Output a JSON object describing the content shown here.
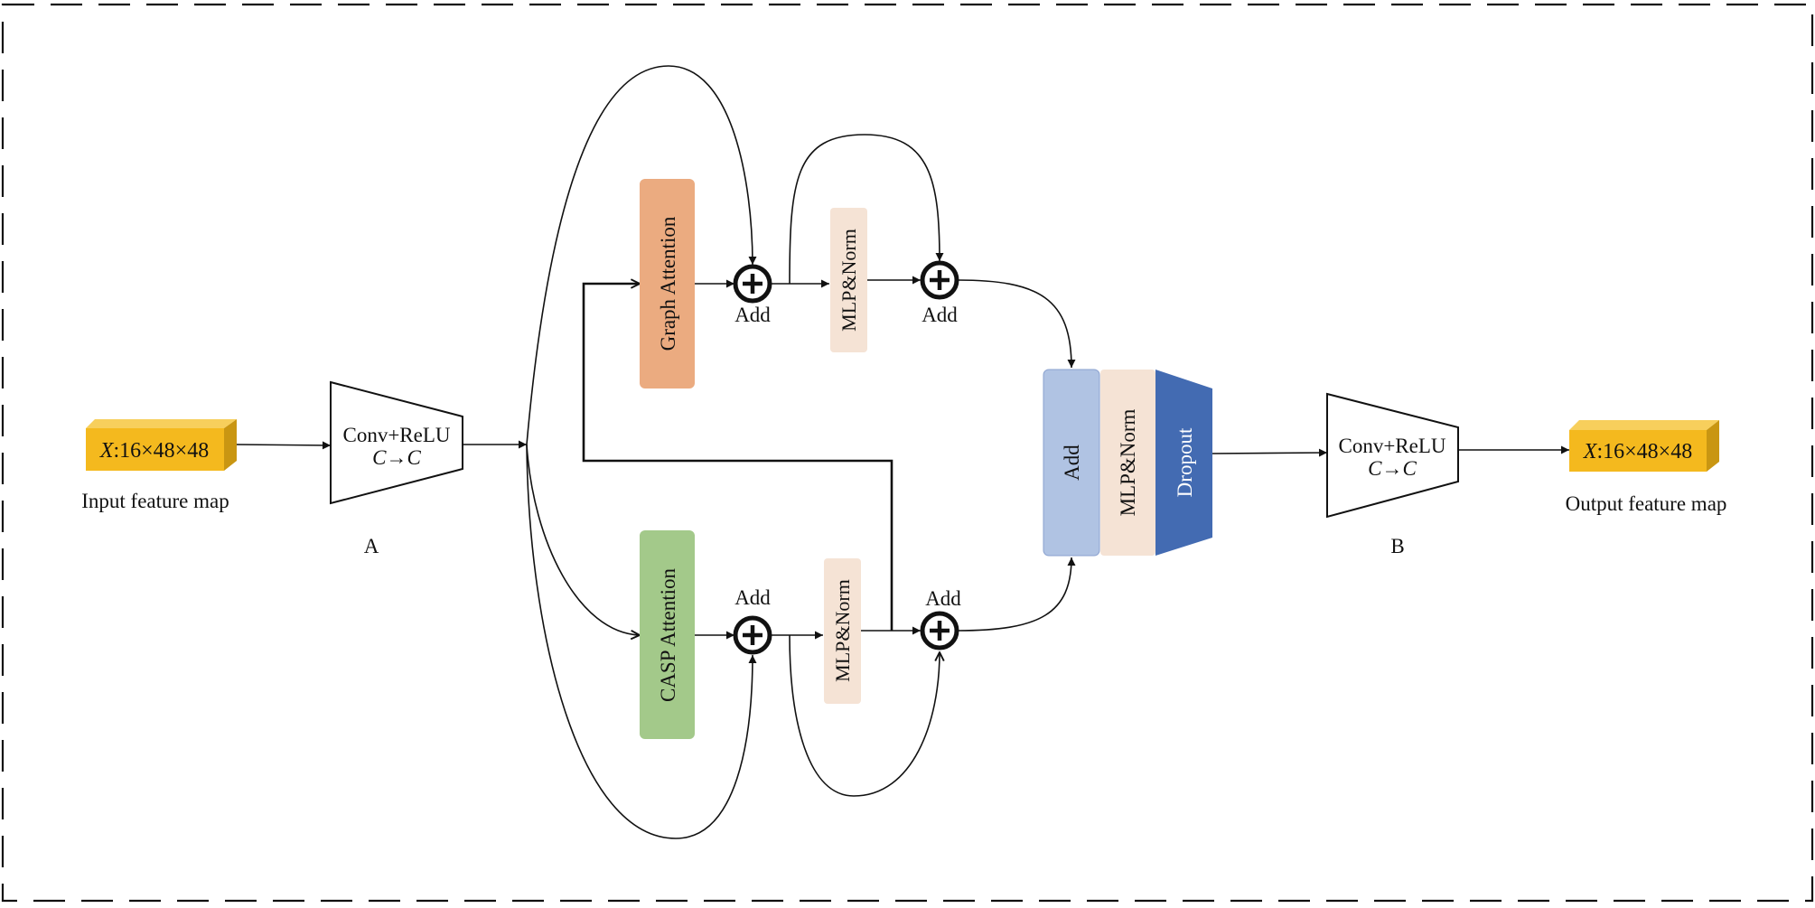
{
  "diagram": {
    "input": {
      "tensor_label_var": "X",
      "tensor_label_dims": ":16×48×48",
      "caption": "Input feature map"
    },
    "output": {
      "tensor_label_var": "X",
      "tensor_label_dims": ":16×48×48",
      "caption": "Output feature map"
    },
    "conv_a": {
      "line1": "Conv+ReLU",
      "line2": "C→C",
      "caption": "A"
    },
    "conv_b": {
      "line1": "Conv+ReLU",
      "line2": "C→C",
      "caption": "B"
    },
    "upper_branch": {
      "attention": "Graph Attention",
      "add1": "Add",
      "mlp": "MLP&Norm",
      "add2": "Add"
    },
    "lower_branch": {
      "attention": "CASP Attention",
      "add1": "Add",
      "mlp": "MLP&Norm",
      "add2": "Add"
    },
    "fusion": {
      "add": "Add",
      "mlp": "MLP&Norm",
      "dropout": "Dropout"
    },
    "colors": {
      "tensor_front": "#F4B91E",
      "tensor_top": "#F7CF5C",
      "tensor_side": "#C99612",
      "graph_attention": "#EBAB80",
      "casp_attention": "#A3C98A",
      "mlp_norm": "#F5E3D5",
      "fusion_add": "#B0C3E3",
      "dropout": "#436BB2"
    }
  }
}
